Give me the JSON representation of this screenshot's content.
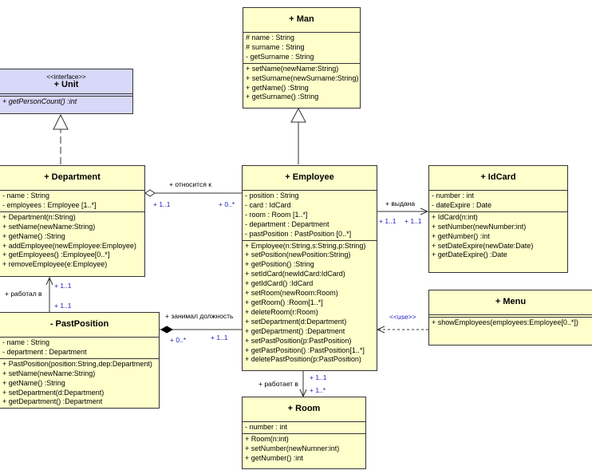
{
  "classes": {
    "man": {
      "name": "+ Man",
      "attributes": [
        "# name : String",
        "# surname : String",
        "- getSurname : String"
      ],
      "operations": [
        "+ setName(newName:String)",
        "+ setSurname(newSurname:String)",
        "+ getName() :String",
        "+ getSurname() :String"
      ]
    },
    "unit": {
      "stereotype": "<<interface>>",
      "name": "+ Unit",
      "attributes": [],
      "operations": [
        "+ getPersonCount() :int"
      ]
    },
    "department": {
      "name": "+ Department",
      "attributes": [
        "- name : String",
        "- employees : Employee [1..*]"
      ],
      "operations": [
        "+ Department(n:String)",
        "+ setName(newName:String)",
        "+ getName() :String",
        "+ addEmployee(newEmployee:Employee)",
        "+ getEmployees() :Employee[0..*]",
        "+ removeEmployee(e:Employee)"
      ]
    },
    "employee": {
      "name": "+ Employee",
      "attributes": [
        "- position : String",
        "- card : IdCard",
        "- room : Room [1..*]",
        "- department : Department",
        "- pastPosition : PastPosition [0..*]"
      ],
      "operations": [
        "+ Employee(n:String,s:String,p:String)",
        "+ setPosition(newPosition:String)",
        "+ getPosition() :String",
        "+ setIdCard(newIdCard:IdCard)",
        "+ getIdCard() :IdCard",
        "+ setRoom(newRoom:Room)",
        "+ getRoom() :Room[1..*]",
        "+ deleteRoom(r:Room)",
        "+ setDepartment(d:Department)",
        "+ getDepartment() :Department",
        "+ setPastPosition(p:PastPosition)",
        "+ getPastPosition() :PastPosition[1..*]",
        "+ deletePastPosition(p:PastPosition)"
      ]
    },
    "idcard": {
      "name": "+ IdCard",
      "attributes": [
        "- number : int",
        "- dateExpire : Date"
      ],
      "operations": [
        "+ IdCard(n:int)",
        "+ setNumber(newNumber:int)",
        "+ getNumber() :int",
        "+ setDateExpire(newDate:Date)",
        "+ getDateExpire() :Date"
      ]
    },
    "menu": {
      "name": "+ Menu",
      "attributes": [],
      "operations": [
        "+ showEmployees(employees:Employee[0..*])"
      ]
    },
    "pastposition": {
      "name": "- PastPosition",
      "attributes": [
        "- name : String",
        "- department : Department"
      ],
      "operations": [
        "+ PastPosition(position:String,dep:Department)",
        "+ setName(newName:String)",
        "+ getName() :String",
        "+ setDepartment(d:Department)",
        "+ getDepartment() :Department"
      ]
    },
    "room": {
      "name": "+ Room",
      "attributes": [
        "- number : int"
      ],
      "operations": [
        "+ Room(n:int)",
        "+ setNumber(newNumner:int)",
        "+ getNumber() :int"
      ]
    }
  },
  "associations": {
    "otnositsya_label": "+ относится к",
    "otnositsya_dept_mult": "+ 1..1",
    "otnositsya_emp_mult": "+ 0..*",
    "vydana_label": "+ выдана",
    "vydana_emp_mult": "+ 1..1",
    "vydana_card_mult": "+ 1..1",
    "rabotal_label": "+ работал в",
    "rabotal_dept_mult": "+ 1..1",
    "rabotal_past_mult": "+ 1..1",
    "zanimal_label": "+ занимал должность",
    "zanimal_past_mult": "+ 0..*",
    "zanimal_emp_mult": "+ 1..1",
    "rabotaet_label": "+ работает в",
    "rabotaet_emp_mult": "+ 1..1",
    "rabotaet_room_mult": "+ 1..*",
    "use_label": "<<use>>"
  },
  "colors": {
    "class_fill": "#ffffcc",
    "interface_fill": "#d8d8f8",
    "multiplicity_text": "#2020c0"
  }
}
